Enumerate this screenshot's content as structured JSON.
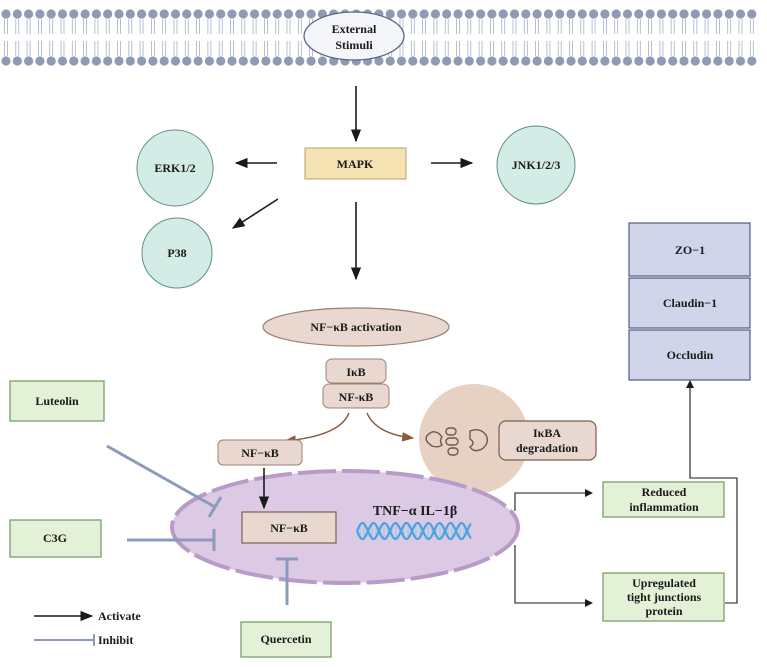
{
  "stimuli": {
    "line1": "External",
    "line2": "Stimuli"
  },
  "mapk": "MAPK",
  "erk": "ERK1/2",
  "jnk": "JNK1/2/3",
  "p38": "P38",
  "nfkb_activation": "NF−κB activation",
  "ikb": "IκB",
  "nfkb_complex": "NF-κB",
  "nfkb_cyto": "NF−κB",
  "nfkb_nuclear": "NF−κB",
  "ikba_degradation": {
    "line1": "IκBA",
    "line2": "degradation"
  },
  "cytokines": "TNF−α  IL−1β",
  "tight_junctions": [
    "ZO−1",
    "Claudin−1",
    "Occludin"
  ],
  "outcomes": {
    "reduced": {
      "line1": "Reduced",
      "line2": "inflammation"
    },
    "upregulated": {
      "line1": "Upregulated",
      "line2": "tight junctions",
      "line3": "protein"
    }
  },
  "inhibitors": {
    "luteolin": "Luteolin",
    "c3g": "C3G",
    "quercetin": "Quercetin"
  },
  "legend": {
    "activate": "Activate",
    "inhibit": "Inhibit"
  },
  "colors": {
    "membrane": "#8f9bb3",
    "teal_node": "#d4ece6",
    "mapk_fill": "#f5e3b3",
    "nfkb_fill": "#e8d8cf",
    "nucleus_fill": "#dcc9e4",
    "nucleus_edge": "#b89cc7",
    "degradation_fill": "#e6d1c3",
    "green_box": "#e3f1d7",
    "green_edge": "#7ba066",
    "tj_fill": "#d0d5ea",
    "tj_edge": "#4d5a85",
    "inhibit_line": "#8c9bbd",
    "brown_arrow": "#8b5a3c",
    "dna": "#4aa3dd"
  }
}
